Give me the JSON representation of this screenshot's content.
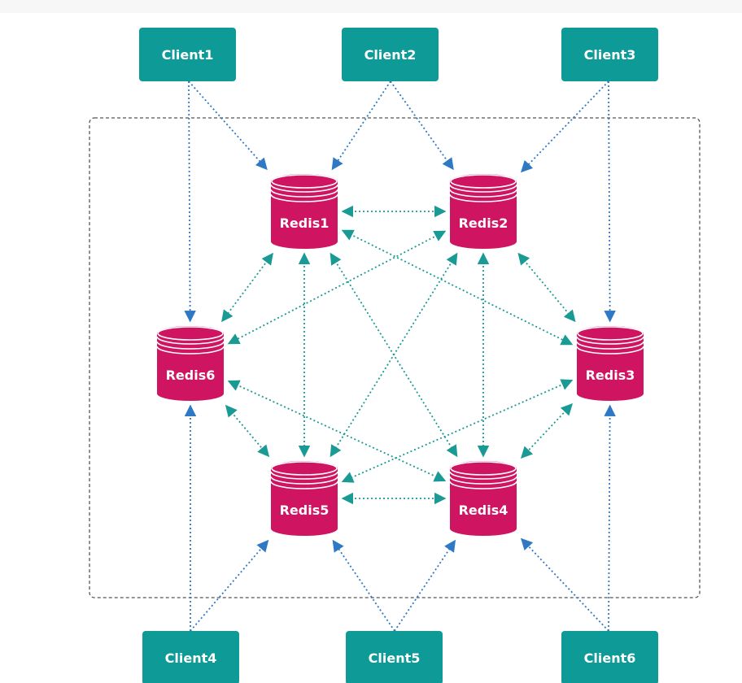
{
  "colors": {
    "client_box": "#0e9a96",
    "redis_body": "#cf1561",
    "redis_stripe": "#ffffff",
    "client_link": "#2f78c4",
    "cluster_link": "#1a9a94",
    "cluster_border": "#555555"
  },
  "clients": [
    {
      "id": "client1",
      "label": "Client1"
    },
    {
      "id": "client2",
      "label": "Client2"
    },
    {
      "id": "client3",
      "label": "Client3"
    },
    {
      "id": "client4",
      "label": "Client4"
    },
    {
      "id": "client5",
      "label": "Client5"
    },
    {
      "id": "client6",
      "label": "Client6"
    }
  ],
  "redis_nodes": [
    {
      "id": "redis1",
      "label": "Redis1"
    },
    {
      "id": "redis2",
      "label": "Redis2"
    },
    {
      "id": "redis3",
      "label": "Redis3"
    },
    {
      "id": "redis4",
      "label": "Redis4"
    },
    {
      "id": "redis5",
      "label": "Redis5"
    },
    {
      "id": "redis6",
      "label": "Redis6"
    }
  ],
  "client_connections": [
    {
      "from": "client1",
      "to": "redis1"
    },
    {
      "from": "client1",
      "to": "redis6"
    },
    {
      "from": "client2",
      "to": "redis1"
    },
    {
      "from": "client2",
      "to": "redis2"
    },
    {
      "from": "client3",
      "to": "redis2"
    },
    {
      "from": "client3",
      "to": "redis3"
    },
    {
      "from": "client4",
      "to": "redis6"
    },
    {
      "from": "client4",
      "to": "redis5"
    },
    {
      "from": "client5",
      "to": "redis5"
    },
    {
      "from": "client5",
      "to": "redis4"
    },
    {
      "from": "client6",
      "to": "redis4"
    },
    {
      "from": "client6",
      "to": "redis3"
    }
  ],
  "cluster_connections": [
    {
      "a": "redis1",
      "b": "redis2"
    },
    {
      "a": "redis1",
      "b": "redis6"
    },
    {
      "a": "redis1",
      "b": "redis5"
    },
    {
      "a": "redis1",
      "b": "redis3"
    },
    {
      "a": "redis1",
      "b": "redis4"
    },
    {
      "a": "redis2",
      "b": "redis3"
    },
    {
      "a": "redis2",
      "b": "redis4"
    },
    {
      "a": "redis2",
      "b": "redis6"
    },
    {
      "a": "redis2",
      "b": "redis5"
    },
    {
      "a": "redis6",
      "b": "redis5"
    },
    {
      "a": "redis6",
      "b": "redis4"
    },
    {
      "a": "redis3",
      "b": "redis4"
    },
    {
      "a": "redis3",
      "b": "redis5"
    },
    {
      "a": "redis5",
      "b": "redis4"
    }
  ]
}
